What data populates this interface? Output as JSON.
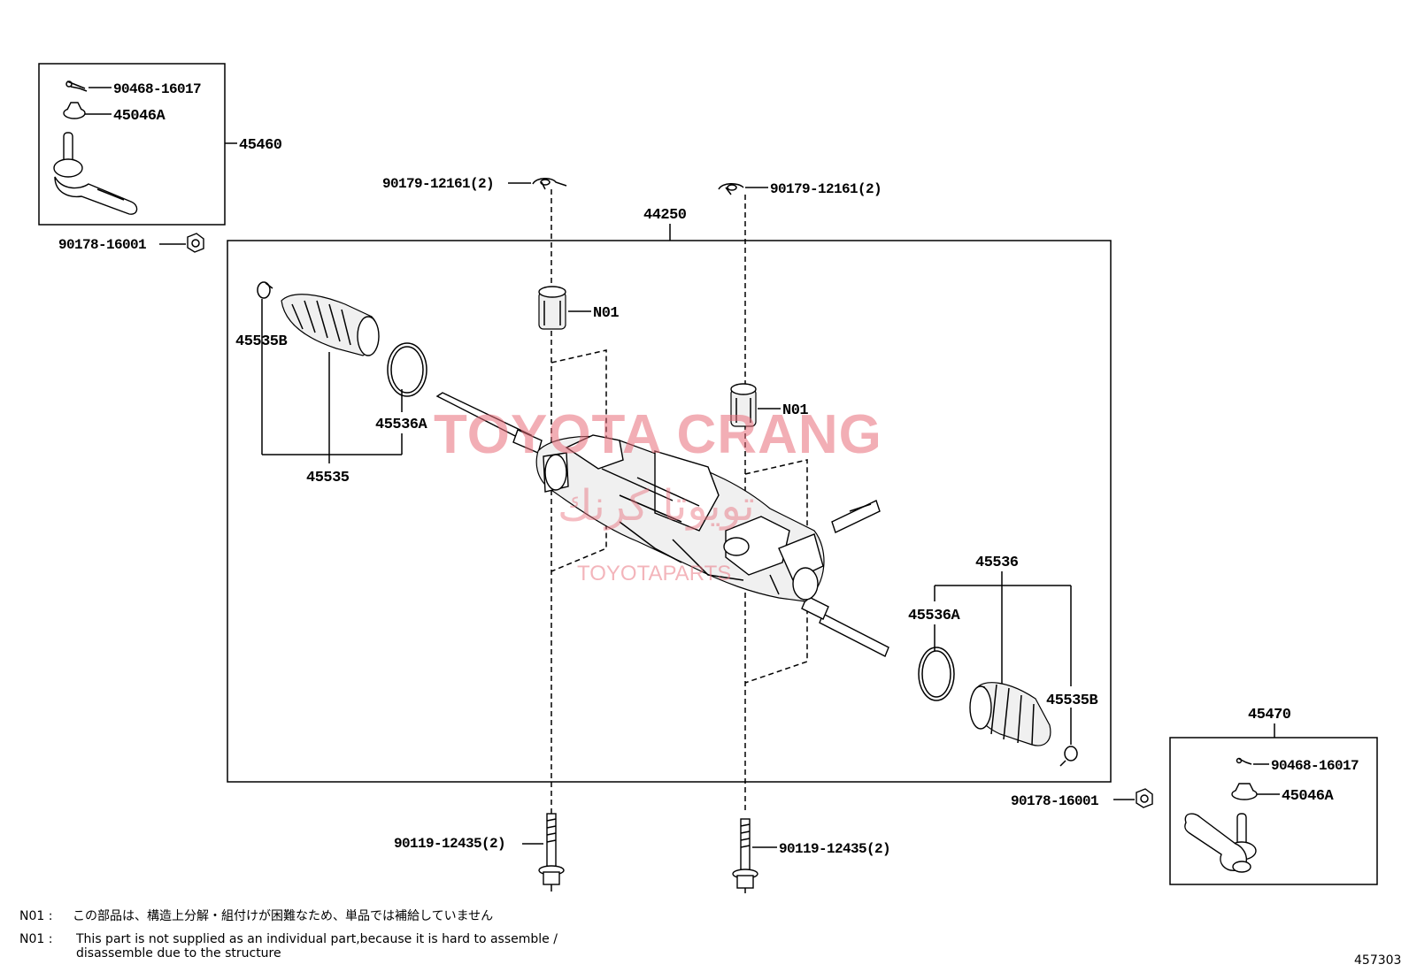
{
  "labels": {
    "tie_rod_end_left": "45460",
    "cotter_pin_left": "90468-16017",
    "castle_nut_left": "45046A",
    "nut_left": "90178-16001",
    "clip_left": "90179-12161(2)",
    "clip_right": "90179-12161(2)",
    "gear_assy": "44250",
    "boot_set_left": "45535",
    "clamp_left": "45535B",
    "band_left": "45536A",
    "bushing_upper": "N01",
    "bushing_lower": "N01",
    "boot_set_right": "45536",
    "band_right": "45536A",
    "clamp_right": "45535B",
    "tie_rod_end_right": "45470",
    "cotter_pin_right": "90468-16017",
    "castle_nut_right": "45046A",
    "nut_right": "90178-16001",
    "bolt_left": "90119-12435(2)",
    "bolt_right": "90119-12435(2)"
  },
  "watermark": {
    "brand": "TOYOTA CRANG",
    "arabic": "تويوتا كرنك",
    "site": "TOYOTAPARTS"
  },
  "notes": {
    "jp_key": "N01 :",
    "jp_text": "この部品は、構造上分解・組付けが困難なため、単品では補給していません",
    "en_key": "N01 :",
    "en_line1": "This part is not supplied as an individual part,because it is hard to assemble /",
    "en_line2": "disassemble due to the structure"
  },
  "figure_id": "457303",
  "colors": {
    "line": "#000000",
    "watermark": "#e96d7a"
  }
}
